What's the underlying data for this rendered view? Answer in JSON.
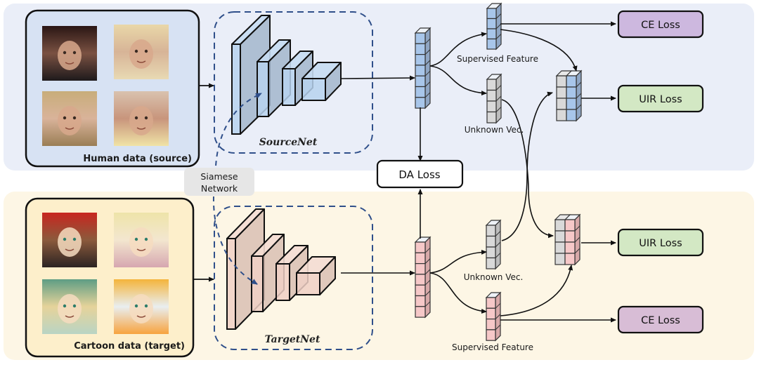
{
  "title": "Siamese domain adaptation network: human (source) to cartoon (target)",
  "colors": {
    "source_band": "#eaeef8",
    "target_band": "#fdf6e5",
    "source_box": "#d7e2f3",
    "target_box": "#fdefcb",
    "source_block_front": "#b7d2ee",
    "source_block_side": "#a3b6cc",
    "source_block_top": "#c6dcf2",
    "target_block_front": "#f0d0c6",
    "target_block_side": "#d9c0b4",
    "target_block_top": "#f4ddd3",
    "source_cell": "#a8c6ea",
    "target_cell": "#f6c8c8",
    "unknown_cell": "#d9d9d9",
    "dashed": "#2f4f8a",
    "ce_loss": "#cdb8df",
    "ce_loss_bottom": "#d8bdd6",
    "uir_loss": "#d3e8c4",
    "da_loss": "#ffffff",
    "siamese_badge": "#e6e6e6"
  },
  "source": {
    "label": "Human data (source)",
    "images": [
      "human-face-1",
      "human-face-2",
      "human-face-3",
      "human-face-4"
    ],
    "network_label": "SourceNet",
    "feature_cells": 7,
    "supervised_label": "Supervised Feature",
    "unknown_label": "Unknown Vec.",
    "ce_loss": "CE Loss",
    "uir_loss": "UIR Loss"
  },
  "target": {
    "label": "Cartoon data (target)",
    "images": [
      "cartoon-face-1",
      "cartoon-face-2",
      "cartoon-face-3",
      "cartoon-face-4"
    ],
    "network_label": "TargetNet",
    "feature_cells": 7,
    "supervised_label": "Supervised Feature",
    "unknown_label": "Unknown Vec.",
    "ce_loss": "CE Loss",
    "uir_loss": "UIR Loss"
  },
  "shared": {
    "da_loss": "DA Loss",
    "siamese_line1": "Siamese",
    "siamese_line2": "Network"
  }
}
